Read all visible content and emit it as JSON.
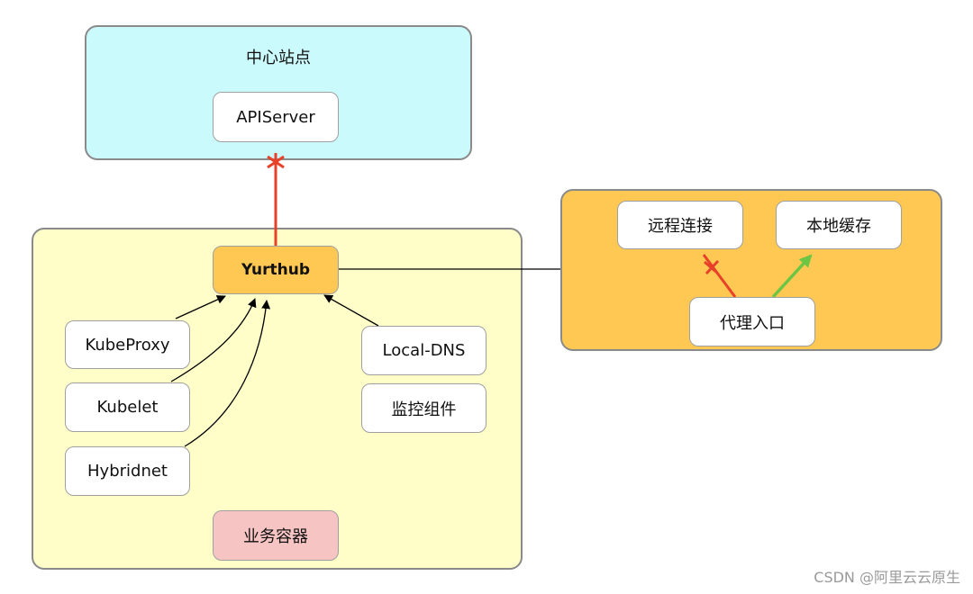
{
  "regions": {
    "center": {
      "title": "中心站点"
    },
    "edge": {},
    "hub": {}
  },
  "nodes": {
    "apiserver": "APIServer",
    "yurthub": "Yurthub",
    "kubeproxy": "KubeProxy",
    "kubelet": "Kubelet",
    "hybridnet": "Hybridnet",
    "localdns": "Local-DNS",
    "monitor": "监控组件",
    "business": "业务容器",
    "remote": "远程连接",
    "cache": "本地缓存",
    "proxy": "代理入口"
  },
  "colors": {
    "center_fill": "#cbfafc",
    "edge_fill": "#fffec8",
    "hub_fill": "#fec853",
    "business_fill": "#f7c4c4",
    "broken_link": "#e8412a",
    "ok_link": "#6cc644",
    "arrow": "#000000"
  },
  "watermark": "CSDN @阿里云云原生"
}
